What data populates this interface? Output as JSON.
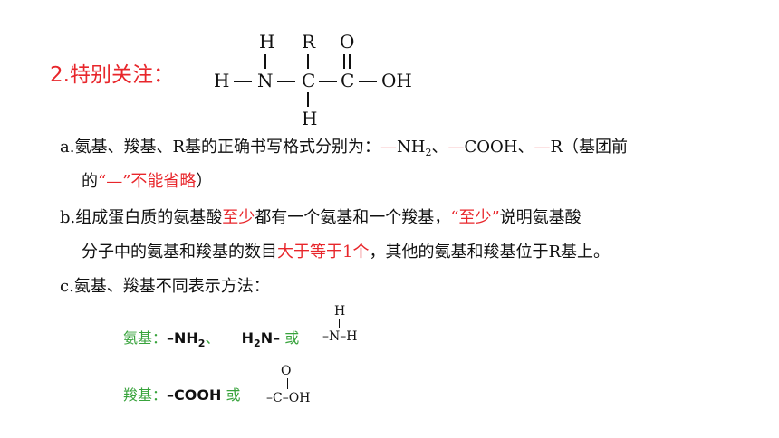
{
  "heading": "2.特别关注：",
  "structure": {
    "top_h": "H",
    "top_r": "R",
    "top_o": "O",
    "left_h": "H",
    "n": "N",
    "c1": "C",
    "c2": "C",
    "oh": "OH",
    "bottom_h": "H"
  },
  "line_a": {
    "prefix": "a.",
    "text1": "氨基、羧基、R基的正确书写格式分别为：",
    "nh2_dash": "—",
    "nh2": "NH",
    "nh2_sub": "2",
    "sep1": "、",
    "cooh_dash": "—",
    "cooh": "COOH",
    "sep2": "、",
    "r_dash": "—",
    "r": "R（基团前",
    "cont1": "的",
    "quote_red": "“—”不能省略",
    "cont2": "）"
  },
  "line_b": {
    "prefix": "b.",
    "text1": "组成蛋白质的氨基酸",
    "red1": "至少",
    "text2": "都有一个氨基和一个羧基，",
    "red2": "“至少”",
    "text3": "说明氨基酸",
    "cont1": "分子中的氨基和羧基的数目",
    "red3": "大于等于1个",
    "cont2": "，其他的氨基和羧基位于R基上。"
  },
  "line_c": {
    "prefix": "c.",
    "text": "氨基、羧基不同表示方法："
  },
  "amino": {
    "label": "氨基：",
    "form1": "–NH",
    "form1_sub": "2",
    "sep": "、",
    "form2_pre": "H",
    "form2_sub": "2",
    "form2_post": "N–",
    "or": "或",
    "s_top_h": "H",
    "s_n": "–N–H"
  },
  "carboxyl": {
    "label": "羧基：",
    "form1": "–COOH",
    "or": "或",
    "s_o": "O",
    "s_main": "–C–OH"
  }
}
